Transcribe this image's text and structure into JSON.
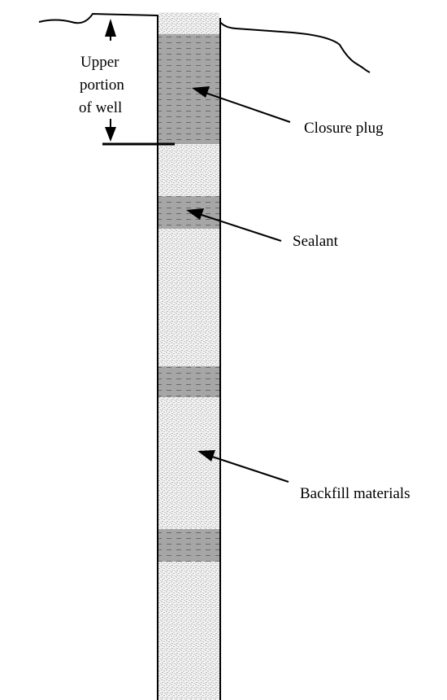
{
  "labels": {
    "upper_portion_line1": "Upper",
    "upper_portion_line2": "portion",
    "upper_portion_line3": "of well",
    "closure_plug": "Closure plug",
    "sealant": "Sealant",
    "backfill": "Backfill materials"
  },
  "colors": {
    "sealant_fill": "#a6a6a6",
    "backfill_fill": "#f0f0f0",
    "ink": "#000000"
  }
}
